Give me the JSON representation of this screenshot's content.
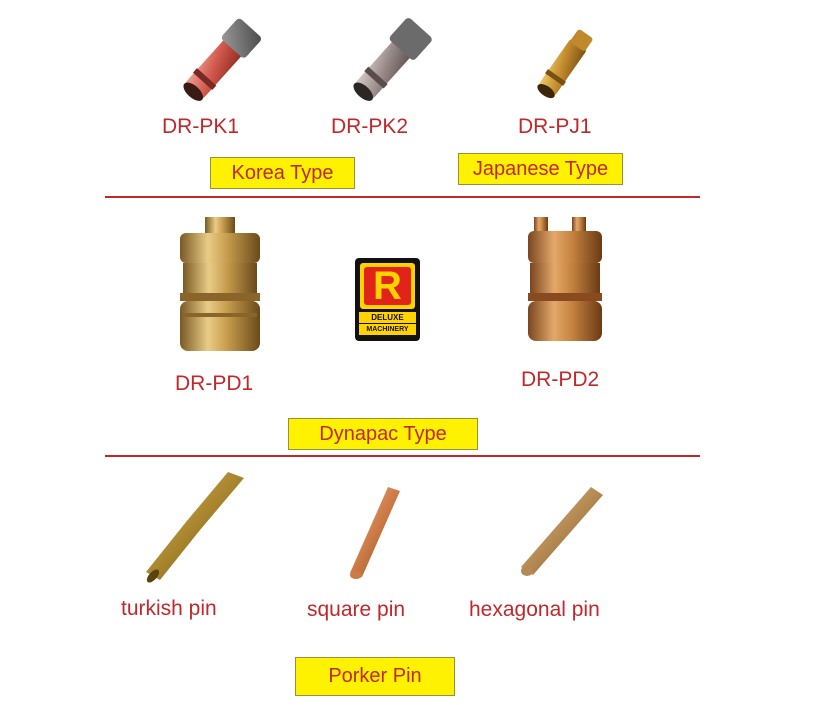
{
  "sections": {
    "top": {
      "products": [
        {
          "code": "DR-PK1"
        },
        {
          "code": "DR-PK2"
        },
        {
          "code": "DR-PJ1"
        }
      ],
      "types": [
        "Korea Type",
        "Japanese Type"
      ]
    },
    "middle": {
      "products": [
        {
          "code": "DR-PD1"
        },
        {
          "code": "DR-PD2"
        }
      ],
      "type": "Dynapac Type"
    },
    "bottom": {
      "pins": [
        "turkish pin",
        "square pin",
        "hexagonal pin"
      ],
      "type": "Porker Pin"
    }
  },
  "logo": {
    "letter": "R",
    "line1": "DELUXE",
    "line2": "MACHINERY"
  },
  "colors": {
    "label_red": "#c0282c",
    "box_yellow": "#fff200",
    "divider_red": "#c0282c",
    "logo_red": "#e2231a",
    "logo_yellow": "#ffd200"
  }
}
